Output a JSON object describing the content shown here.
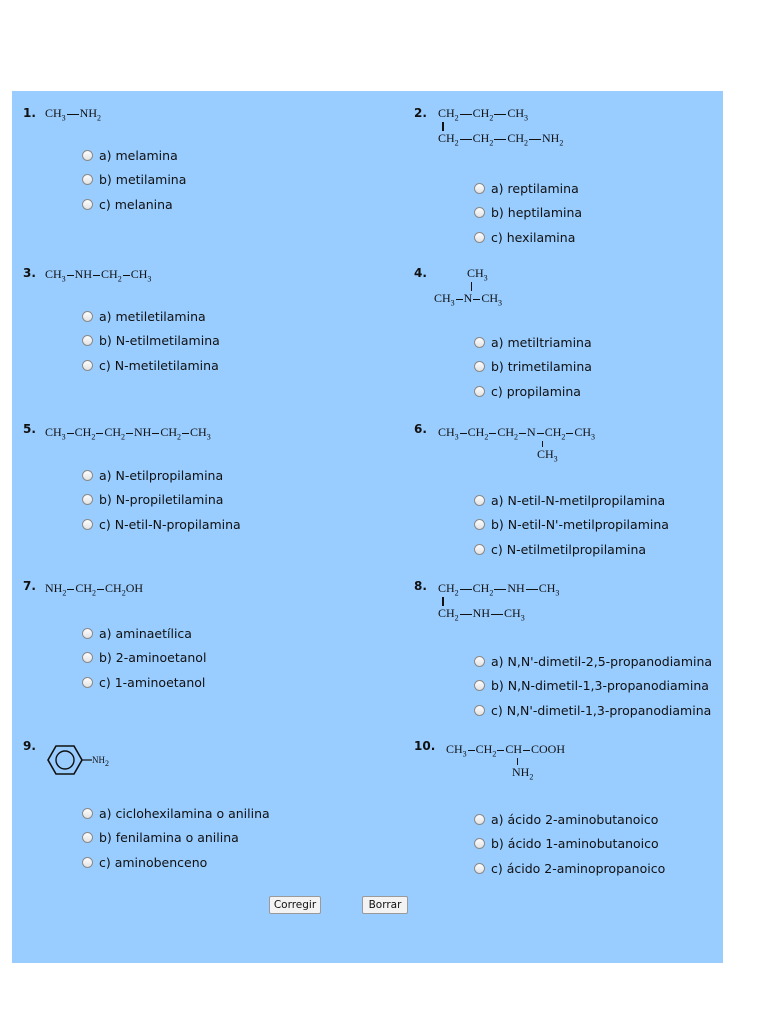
{
  "questions": [
    {
      "num": "1.",
      "options": [
        "a) melamina",
        "b) metilamina",
        "c) melanina"
      ]
    },
    {
      "num": "2.",
      "options": [
        "a) reptilamina",
        "b) heptilamina",
        "c) hexilamina"
      ]
    },
    {
      "num": "3.",
      "options": [
        "a) metiletilamina",
        "b) N-etilmetilamina",
        "c) N-metiletilamina"
      ]
    },
    {
      "num": "4.",
      "options": [
        "a) metiltriamina",
        "b) trimetilamina",
        "c) propilamina"
      ]
    },
    {
      "num": "5.",
      "options": [
        "a) N-etilpropilamina",
        "b) N-propiletilamina",
        "c) N-etil-N-propilamina"
      ]
    },
    {
      "num": "6.",
      "options": [
        "a) N-etil-N-metilpropilamina",
        "b) N-etil-N'-metilpropilamina",
        "c) N-etilmetilpropilamina"
      ]
    },
    {
      "num": "7.",
      "options": [
        "a) aminaetílica",
        "b) 2-aminoetanol",
        "c) 1-aminoetanol"
      ]
    },
    {
      "num": "8.",
      "options": [
        "a) N,N'-dimetil-2,5-propanodiamina",
        "b) N,N-dimetil-1,3-propanodiamina",
        "c) N,N'-dimetil-1,3-propanodiamina"
      ]
    },
    {
      "num": "9.",
      "options": [
        "a) ciclohexilamina o anilina",
        "b) fenilamina o anilina",
        "c) aminobenceno"
      ]
    },
    {
      "num": "10.",
      "options": [
        "a) ácido 2-aminobutanoico",
        "b) ácido 1-aminobutanoico",
        "c) ácido 2-aminopropanoico"
      ]
    }
  ],
  "formulas": {
    "ch3": "CH",
    "ch2": "CH",
    "nh2": "NH",
    "nh": "NH",
    "n": "N",
    "ch": "CH",
    "oh": "OH",
    "cooh": "COOH",
    "sub3": "3",
    "sub2": "2"
  },
  "buttons": {
    "correct": "Corregir",
    "clear": "Borrar"
  },
  "colors": {
    "panel": "#99ccff"
  }
}
